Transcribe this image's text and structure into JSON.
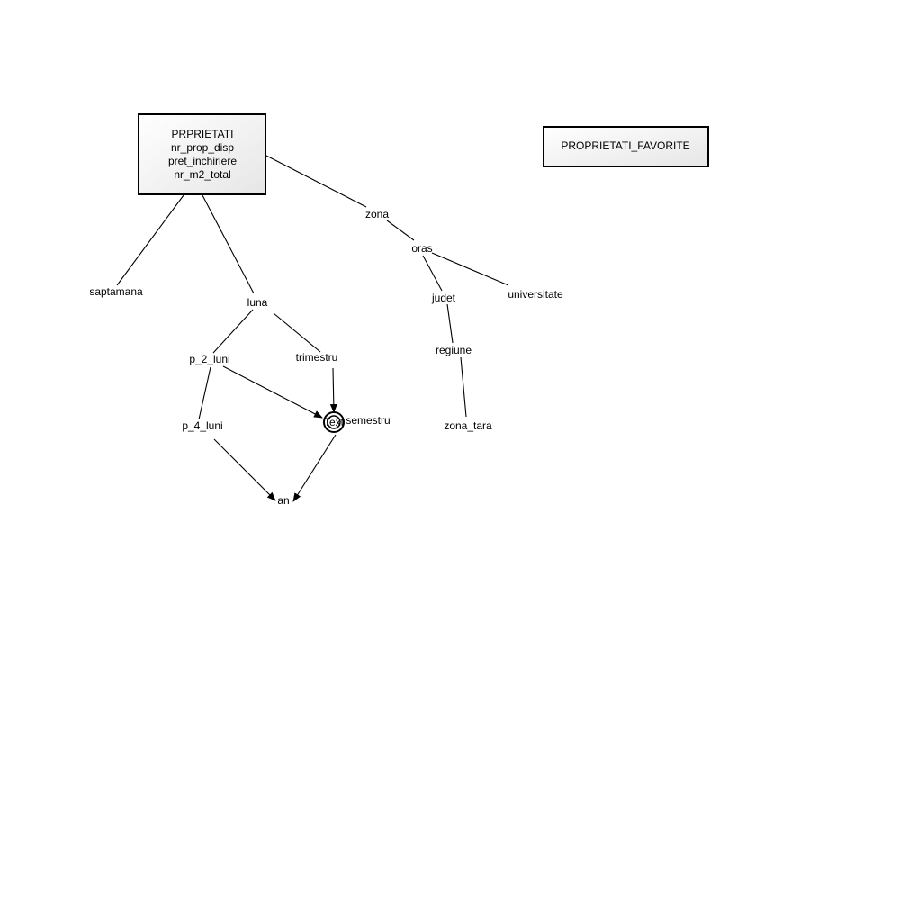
{
  "entities": {
    "proprietati": {
      "name": "PRPRIETATI",
      "measures": [
        "nr_prop_disp",
        "pret_inchiriere",
        "nr_m2_total"
      ]
    },
    "proprietati_favorite": {
      "name": "PROPRIETATI_FAVORITE"
    }
  },
  "levels": {
    "saptamana": "saptamana",
    "luna": "luna",
    "p_2_luni": "p_2_luni",
    "trimestru": "trimestru",
    "p_4_luni": "p_4_luni",
    "semestru": "semestru",
    "an": "an",
    "zona": "zona",
    "oras": "oras",
    "judet": "judet",
    "universitate": "universitate",
    "regiune": "regiune",
    "zona_tara": "zona_tara"
  },
  "markers": {
    "semestru_node": "Text"
  },
  "colors": {
    "stroke": "#000000",
    "box_gradient_start": "#ffffff",
    "box_gradient_end": "#e6e6e6"
  }
}
